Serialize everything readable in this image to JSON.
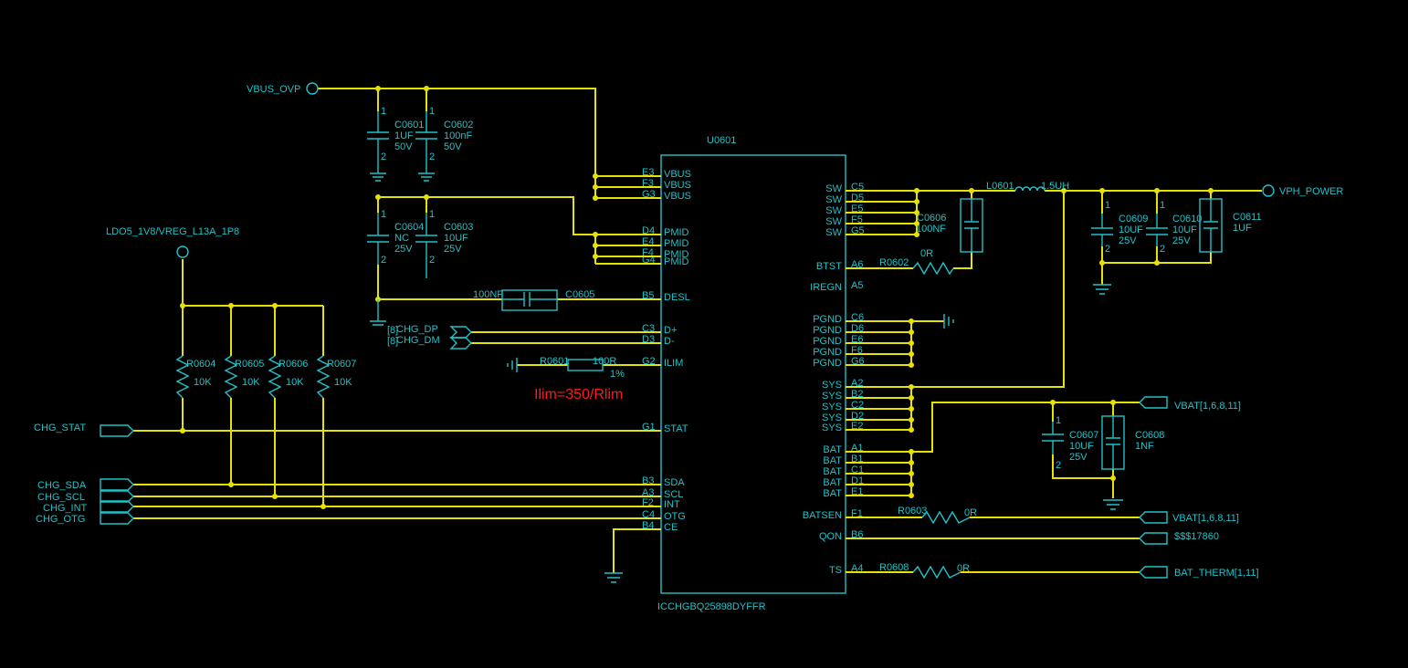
{
  "ic": {
    "ref": "U0601",
    "part": "ICCHGBQ25898DYFFR"
  },
  "left_pins": [
    {
      "num": "E3",
      "name": "VBUS"
    },
    {
      "num": "F3",
      "name": "VBUS"
    },
    {
      "num": "G3",
      "name": "VBUS"
    },
    {
      "num": "D4",
      "name": "PMID"
    },
    {
      "num": "E4",
      "name": "PMID"
    },
    {
      "num": "F4",
      "name": "PMID"
    },
    {
      "num": "G4",
      "name": "PMID"
    },
    {
      "num": "B5",
      "name": "DESL"
    },
    {
      "num": "C3",
      "name": "D+"
    },
    {
      "num": "D3",
      "name": "D-"
    },
    {
      "num": "G2",
      "name": "ILIM"
    },
    {
      "num": "G1",
      "name": "STAT"
    },
    {
      "num": "B3",
      "name": "SDA"
    },
    {
      "num": "A3",
      "name": "SCL"
    },
    {
      "num": "F2",
      "name": "INT"
    },
    {
      "num": "C4",
      "name": "OTG"
    },
    {
      "num": "B4",
      "name": "CE"
    }
  ],
  "right_pins": [
    {
      "num": "C5",
      "name": "SW"
    },
    {
      "num": "D5",
      "name": "SW"
    },
    {
      "num": "E5",
      "name": "SW"
    },
    {
      "num": "F5",
      "name": "SW"
    },
    {
      "num": "G5",
      "name": "SW"
    },
    {
      "num": "A6",
      "name": "BTST"
    },
    {
      "num": "A5",
      "name": "IREGN"
    },
    {
      "num": "C6",
      "name": "PGND"
    },
    {
      "num": "D6",
      "name": "PGND"
    },
    {
      "num": "E6",
      "name": "PGND"
    },
    {
      "num": "F6",
      "name": "PGND"
    },
    {
      "num": "G6",
      "name": "PGND"
    },
    {
      "num": "A2",
      "name": "SYS"
    },
    {
      "num": "B2",
      "name": "SYS"
    },
    {
      "num": "C2",
      "name": "SYS"
    },
    {
      "num": "D2",
      "name": "SYS"
    },
    {
      "num": "E2",
      "name": "SYS"
    },
    {
      "num": "A1",
      "name": "BAT"
    },
    {
      "num": "B1",
      "name": "BAT"
    },
    {
      "num": "C1",
      "name": "BAT"
    },
    {
      "num": "D1",
      "name": "BAT"
    },
    {
      "num": "E1",
      "name": "BAT"
    },
    {
      "num": "F1",
      "name": "BATSEN"
    },
    {
      "num": "B6",
      "name": "QON"
    },
    {
      "num": "A4",
      "name": "TS"
    }
  ],
  "nets": {
    "vbus_ovp": "VBUS_OVP",
    "ldo": "LDO5_1V8/VREG_L13A_1P8",
    "vph": "VPH_POWER",
    "chg_stat": "CHG_STAT",
    "chg_sda": "CHG_SDA",
    "chg_scl": "CHG_SCL",
    "chg_int": "CHG_INT",
    "chg_otg": "CHG_OTG",
    "chg_dp": "CHG_DP",
    "chg_dm": "CHG_DM",
    "dp_ref": "[8]",
    "dm_ref": "[8]",
    "vbat1": "VBAT[1,6,8,11]",
    "vbat2": "VBAT[1,6,8,11]",
    "qon": "$$$17860",
    "therm": "BAT_THERM[1,11]"
  },
  "caps": {
    "c0601": {
      "ref": "C0601",
      "val": "1UF",
      "volt": "50V"
    },
    "c0602": {
      "ref": "C0602",
      "val": "100nF",
      "volt": "50V"
    },
    "c0604": {
      "ref": "C0604",
      "val": "NC",
      "volt": "25V"
    },
    "c0603": {
      "ref": "C0603",
      "val": "10UF",
      "volt": "25V"
    },
    "c0605": {
      "ref": "C0605",
      "val": "100NF"
    },
    "c0606": {
      "ref": "C0606",
      "val": "100NF"
    },
    "c0609": {
      "ref": "C0609",
      "val": "10UF",
      "volt": "25V"
    },
    "c0610": {
      "ref": "C0610",
      "val": "10UF",
      "volt": "25V"
    },
    "c0611": {
      "ref": "C0611",
      "val": "1UF"
    },
    "c0607": {
      "ref": "C0607",
      "val": "10UF",
      "volt": "25V"
    },
    "c0608": {
      "ref": "C0608",
      "val": "1NF"
    },
    "pin1": "1",
    "pin2": "2"
  },
  "resistors": {
    "r0604": {
      "ref": "R0604",
      "val": "10K"
    },
    "r0605": {
      "ref": "R0605",
      "val": "10K"
    },
    "r0606": {
      "ref": "R0606",
      "val": "10K"
    },
    "r0607": {
      "ref": "R0607",
      "val": "10K"
    },
    "r0601": {
      "ref": "R0601",
      "val": "100R",
      "tol": "1%"
    },
    "r0602": {
      "ref": "R0602",
      "val": "0R"
    },
    "r0603": {
      "ref": "R0603",
      "val": "0R"
    },
    "r0608": {
      "ref": "R0608",
      "val": "0R"
    }
  },
  "inductor": {
    "ref": "L0601",
    "val": "1.5UH"
  },
  "note": "Ilim=350/Rlim",
  "colors": {
    "wire": "#e8e200",
    "component": "#1fc3c9",
    "note": "#ff1a1a",
    "background": "#000000"
  }
}
